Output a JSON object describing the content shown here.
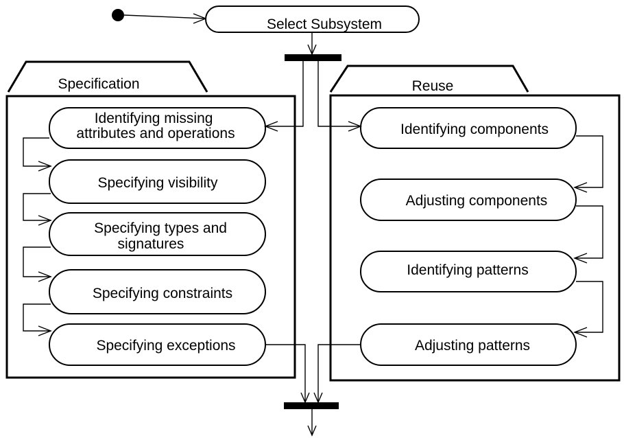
{
  "start_action": "Select Subsystem",
  "specification": {
    "title": "Specification",
    "actions": [
      [
        "Identifying missing",
        "attributes and operations"
      ],
      [
        "Specifying visibility"
      ],
      [
        "Specifying types and",
        "signatures"
      ],
      [
        "Specifying constraints"
      ],
      [
        "Specifying exceptions"
      ]
    ]
  },
  "reuse": {
    "title": "Reuse",
    "actions": [
      [
        "Identifying components"
      ],
      [
        "Adjusting components"
      ],
      [
        "Identifying patterns"
      ],
      [
        "Adjusting patterns"
      ]
    ]
  },
  "colors": {
    "ink": "#000000",
    "background": "#ffffff"
  }
}
